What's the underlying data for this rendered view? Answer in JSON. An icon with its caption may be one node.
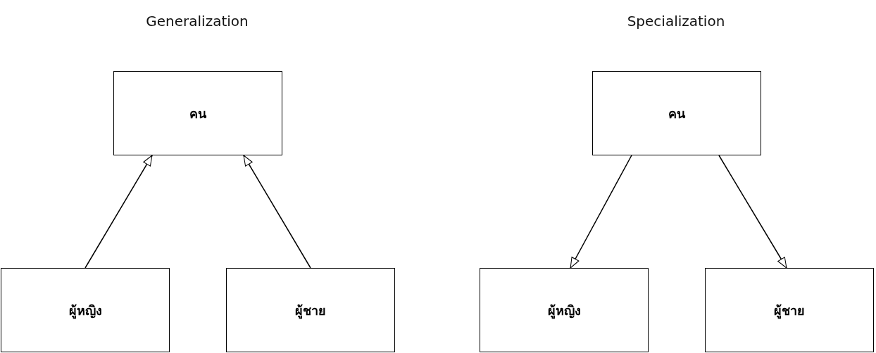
{
  "diagram": {
    "nodes": [
      {
        "text": [
          "คน"
        ]
      },
      {
        "text": [
          "ผู้หญิง"
        ]
      },
      {
        "text": [
          "ผู้ชาย"
        ]
      },
      {
        "text": [
          "คน"
        ]
      },
      {
        "text": [
          "ผู้หญิง"
        ]
      },
      {
        "text": [
          "ผู้ชาย"
        ]
      }
    ],
    "edges": [
      {
        "from": 1,
        "to": 0,
        "arrow": "to"
      },
      {
        "from": 2,
        "to": 0,
        "arrow": "to"
      },
      {
        "from": 3,
        "to": 4,
        "arrow": "to"
      },
      {
        "from": 3,
        "to": 5,
        "arrow": "to"
      }
    ],
    "labels": [
      "Generalization",
      "Specialization"
    ]
  }
}
